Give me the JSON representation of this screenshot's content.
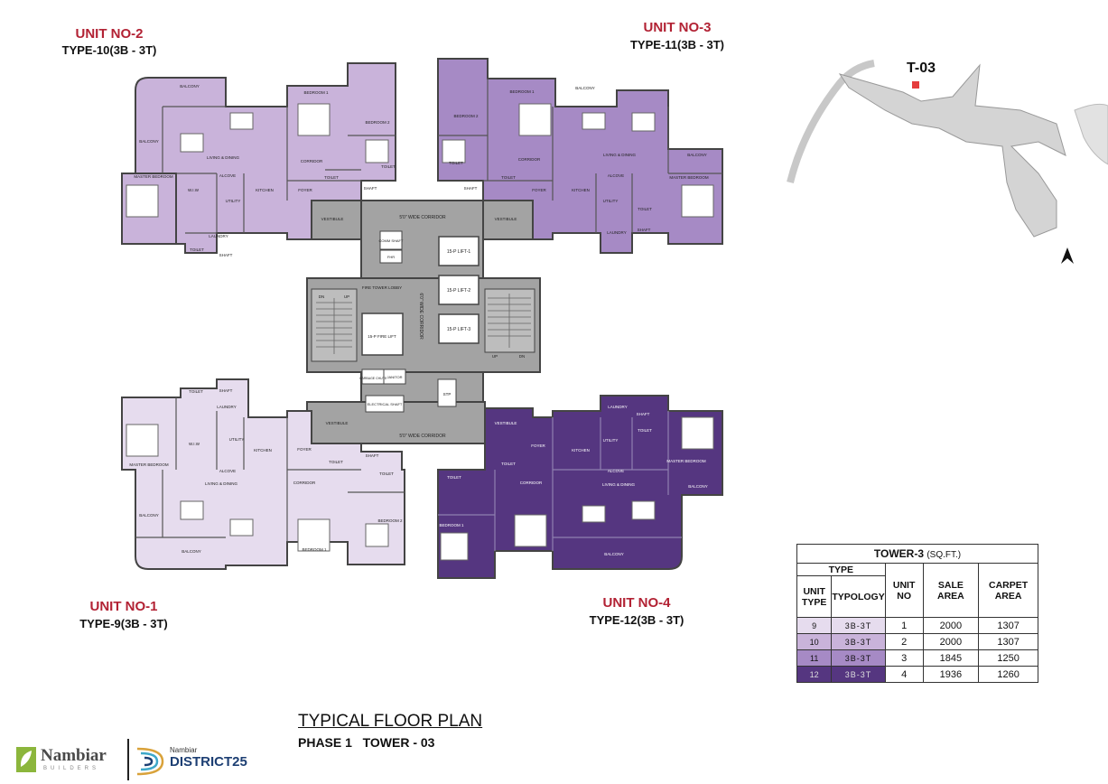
{
  "units": {
    "unit2": {
      "no": "UNIT NO-2",
      "type": "TYPE-10(3B - 3T)"
    },
    "unit3": {
      "no": "UNIT NO-3",
      "type": "TYPE-11(3B - 3T)"
    },
    "unit1": {
      "no": "UNIT NO-1",
      "type": "TYPE-9(3B - 3T)"
    },
    "unit4": {
      "no": "UNIT NO-4",
      "type": "TYPE-12(3B - 3T)"
    }
  },
  "colors": {
    "type9": "#e6dcee",
    "type10": "#c9b3da",
    "type11": "#a68ac5",
    "type12": "#553680",
    "core": "#a3a3a3",
    "wall": "#444444"
  },
  "rooms": {
    "balcony": "BALCONY",
    "master_bedroom": "MASTER BEDROOM",
    "bedroom1": "BEDROOM 1",
    "bedroom2": "BEDROOM 2",
    "living_dining": "LIVING & DINING",
    "corridor": "CORRIDOR",
    "toilet": "TOILET",
    "shaft": "SHAFT",
    "alcove": "ALCOVE",
    "kitchen": "KITCHEN",
    "utility": "UTILITY",
    "laundry": "LAUNDRY",
    "wiw": "W.I.W",
    "foyer": "FOYER",
    "vestibule": "VESTIBULE"
  },
  "core": {
    "corridor_top": "5'0\" WIDE CORRIDOR",
    "corridor_bottom": "5'0\" WIDE CORRIDOR",
    "corridor_vertical": "6'0\" WIDE CORRIDOR",
    "fire_tower_lobby": "FIRE TOWER LOBBY",
    "fire_lift": "15-P FIRE LIFT",
    "lift1": "15-P LIFT-1",
    "lift2": "15-P LIFT-2",
    "lift3": "15-P LIFT-3",
    "comm_shaft": "COMM SHAFT",
    "fhr": "FHR",
    "janitor": "JANITOR",
    "garbage_chute": "GARBAGE CHUTE",
    "electrical_shaft": "ELECTRICAL SHAFT",
    "stp": "STP",
    "dn": "DN",
    "up": "UP"
  },
  "key_plan": {
    "label": "T-03"
  },
  "table": {
    "title": "TOWER-3",
    "title_unit": "(SQ.FT.)",
    "type_header": "TYPE",
    "unit_type_header": "UNIT TYPE",
    "typology_header": "TYPOLOGY",
    "unit_no_header": "UNIT NO",
    "sale_area_header": "SALE AREA",
    "carpet_area_header": "CARPET AREA",
    "rows": [
      {
        "unit_type": "9",
        "typology": "3B-3T",
        "unit_no": "1",
        "sale_area": "2000",
        "carpet_area": "1307",
        "color": "#e6dcee"
      },
      {
        "unit_type": "10",
        "typology": "3B-3T",
        "unit_no": "2",
        "sale_area": "2000",
        "carpet_area": "1307",
        "color": "#c9b3da"
      },
      {
        "unit_type": "11",
        "typology": "3B-3T",
        "unit_no": "3",
        "sale_area": "1845",
        "carpet_area": "1250",
        "color": "#a68ac5"
      },
      {
        "unit_type": "12",
        "typology": "3B-3T",
        "unit_no": "4",
        "sale_area": "1936",
        "carpet_area": "1260",
        "color": "#553680"
      }
    ]
  },
  "footer": {
    "plan_title": "TYPICAL FLOOR PLAN",
    "plan_subtitle": "PHASE 1   TOWER - 03",
    "brand1": "Nambiar",
    "brand1_sub": "BUILDERS",
    "brand2_top": "Nambiar",
    "brand2": "DISTRICT25"
  }
}
